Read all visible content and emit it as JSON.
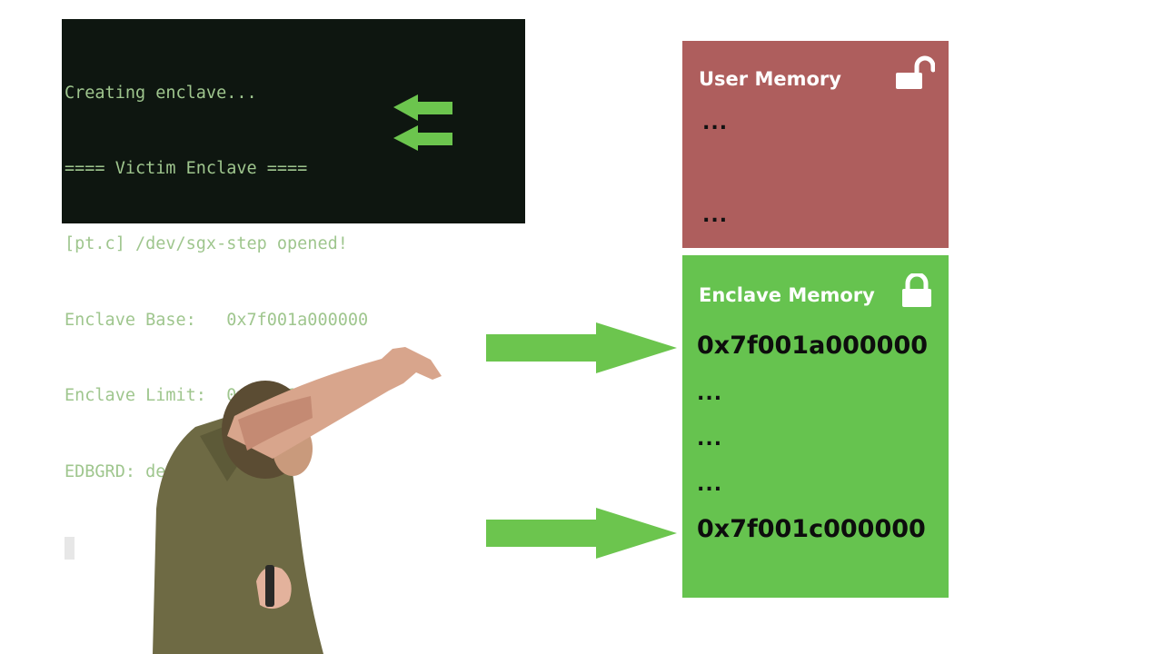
{
  "terminal": {
    "lines": [
      "Creating enclave...",
      "==== Victim Enclave ====",
      "[pt.c] /dev/sgx-step opened!",
      "Enclave Base:   0x7f001a000000",
      "Enclave Limit:  0x7f001c000000",
      "EDBGRD: debug"
    ]
  },
  "user_memory": {
    "title": "User Memory",
    "dots_top": "...",
    "dots_bottom": "...",
    "icon": "unlocked-padlock-icon",
    "color": "#ae5e5d"
  },
  "enclave_memory": {
    "title": "Enclave Memory",
    "base_address": "0x7f001a000000",
    "dots": [
      "...",
      "...",
      "..."
    ],
    "limit_address": "0x7f001c000000",
    "icon": "locked-padlock-icon",
    "color": "#66c34f"
  },
  "accent": {
    "arrow_green": "#6cc54e"
  }
}
